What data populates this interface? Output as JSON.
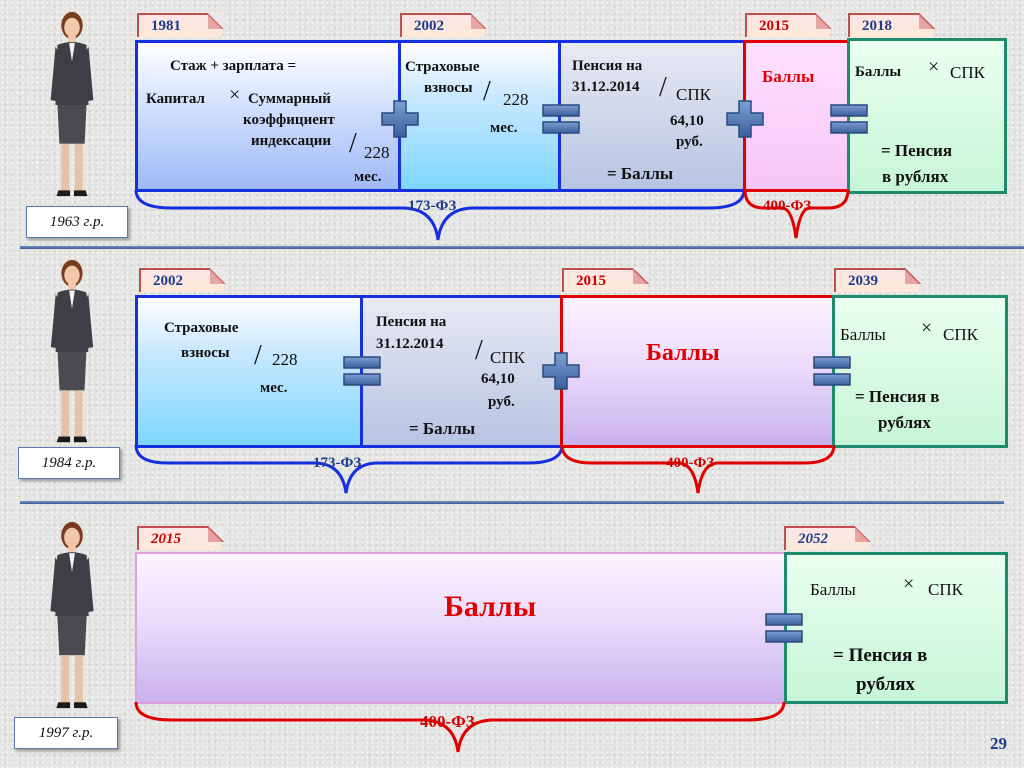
{
  "colors": {
    "blue_border": "#1630e0",
    "red": "#e00000",
    "green_border": "#1c8c6c",
    "label_blue": "#1f3c8c"
  },
  "icons": {
    "person": "woman-figure-icon",
    "plus": "plus-icon",
    "equals": "equals-icon",
    "times": "multiply-icon"
  },
  "row1": {
    "birth": "1963 г.р.",
    "years": [
      "1981",
      "2002",
      "2015",
      "2018"
    ],
    "box1": {
      "l1": "Стаж + зарплата =",
      "l2": "Капитал",
      "times": "×",
      "l3": "Суммарный",
      "l4": "коэффициент",
      "l5": "индексации",
      "slash": "/",
      "l6": "228",
      "l7": "мес."
    },
    "box2": {
      "l1": "Страховые",
      "l2": "взносы",
      "slash": "/",
      "l3": "228",
      "l4": "мес."
    },
    "box3": {
      "l1": "Пенсия на",
      "l2": "31.12.2014",
      "slash": "/",
      "l3": "СПК",
      "l4": "64,10",
      "l5": "руб.",
      "l6": "= Баллы"
    },
    "box4": {
      "l1": "Баллы"
    },
    "box5": {
      "l1": "Баллы",
      "times": "×",
      "l2": "СПК",
      "l3": "= Пенсия",
      "l4": "в рублях"
    },
    "law1": "173-ФЗ",
    "law2": "400-ФЗ"
  },
  "row2": {
    "birth": "1984 г.р.",
    "years": [
      "2002",
      "2015",
      "2039"
    ],
    "box1": {
      "l1": "Страховые",
      "l2": "взносы",
      "slash": "/",
      "l3": "228",
      "l4": "мес."
    },
    "box2": {
      "l1": "Пенсия на",
      "l2": "31.12.2014",
      "slash": "/",
      "l3": "СПК",
      "l4": "64,10",
      "l5": "руб.",
      "l6": "= Баллы"
    },
    "box3": {
      "l1": "Баллы"
    },
    "box4": {
      "l1": "Баллы",
      "times": "×",
      "l2": "СПК",
      "l3": "= Пенсия в",
      "l4": "рублях"
    },
    "law1": "173-ФЗ",
    "law2": "400-ФЗ"
  },
  "row3": {
    "birth": "1997 г.р.",
    "years": [
      "2015",
      "2052"
    ],
    "box1": {
      "l1": "Баллы"
    },
    "box2": {
      "l1": "Баллы",
      "times": "×",
      "l2": "СПК",
      "l3": "= Пенсия в",
      "l4": "рублях"
    },
    "law1": "400-ФЗ"
  },
  "page_number": "29"
}
